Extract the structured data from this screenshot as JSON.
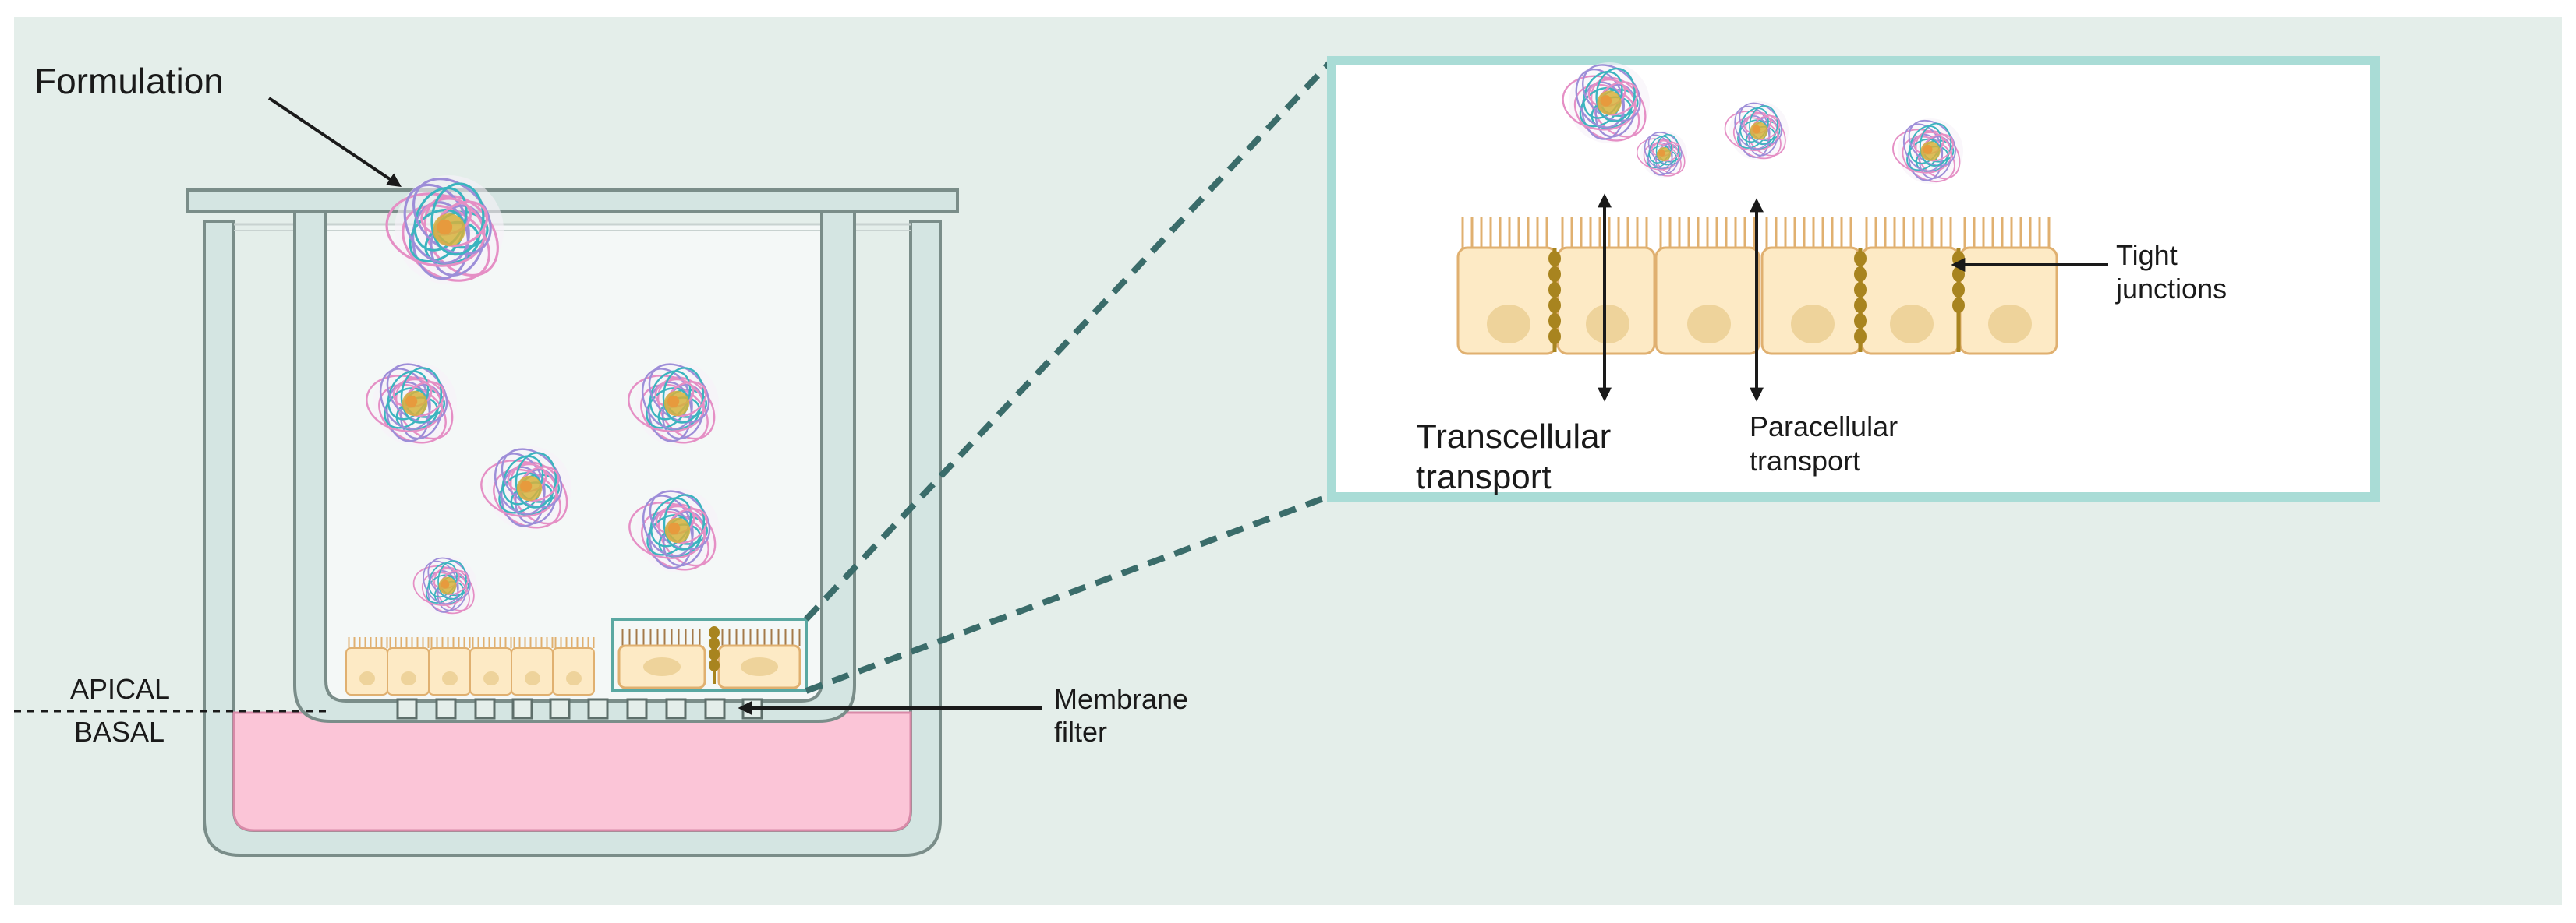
{
  "labels": {
    "formulation": "Formulation",
    "apical": "APICAL",
    "basal": "BASAL",
    "membrane_line1": "Membrane",
    "membrane_line2": "filter",
    "transcellular_line1": "Transcellular",
    "transcellular_line2": "transport",
    "paracellular_line1": "Paracellular",
    "paracellular_line2": "transport",
    "tight_line1": "Tight",
    "tight_line2": "junctions"
  },
  "colors": {
    "background": "#e4eeea",
    "well_wall": "#d4e5e2",
    "well_outline": "#7a8d89",
    "insert_fluid": "#f4f8f7",
    "basal_medium": "#fbc5d7",
    "cell_fill": "#fdeac5",
    "cell_outline": "#e0b070",
    "nucleus": "#eed39b",
    "tight_junction": "#a8841f",
    "zoom_border": "#a9dcd6",
    "dashed_line": "#3a6c6a",
    "nanoparticle_pink": "#e58fc5",
    "nanoparticle_teal": "#3bb4bf",
    "nanoparticle_purple": "#9d8ed8",
    "nanoparticle_core": "#d6b23c",
    "nanoparticle_core_orange": "#e79a3d"
  }
}
